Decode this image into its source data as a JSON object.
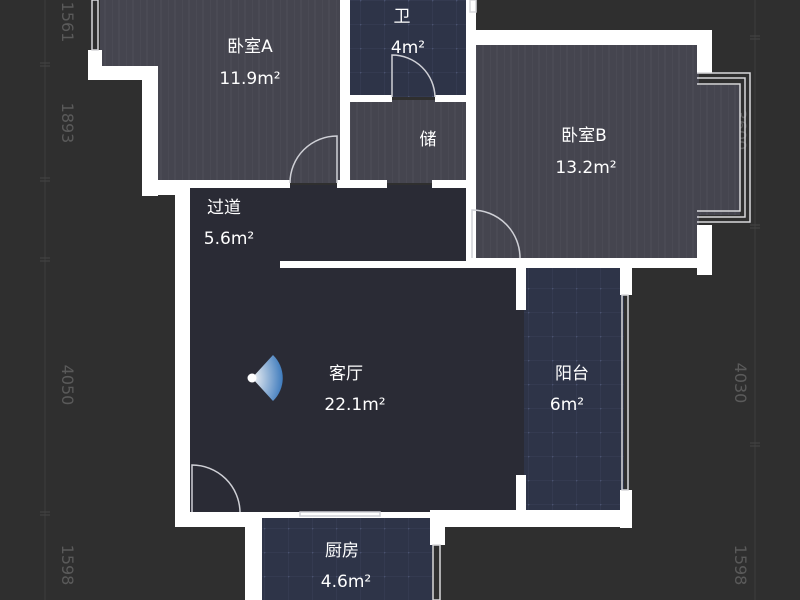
{
  "rooms": {
    "bedroom_a": {
      "name": "卧室A",
      "area": "11.9m²"
    },
    "bathroom": {
      "name": "卫",
      "area": "4m²"
    },
    "storage": {
      "name": "储"
    },
    "bedroom_b": {
      "name": "卧室B",
      "area": "13.2m²"
    },
    "hallway": {
      "name": "过道",
      "area": "5.6m²"
    },
    "living_room": {
      "name": "客厅",
      "area": "22.1m²"
    },
    "balcony": {
      "name": "阳台",
      "area": "6m²"
    },
    "kitchen": {
      "name": "厨房",
      "area": "4.6m²"
    }
  },
  "dimensions": {
    "left": [
      "1561",
      "1893",
      "4050",
      "1598"
    ],
    "right": [
      "3600",
      "4030",
      "1598"
    ]
  },
  "colors": {
    "background": "#2f2f2f",
    "wall": "#ffffff",
    "wood_floor": "#45454f",
    "tile_floor": "#2e3448",
    "open_floor": "#2a2b35",
    "camera": "#5aa8e6"
  },
  "icons": {
    "viewpoint": "camera-viewpoint-icon"
  }
}
